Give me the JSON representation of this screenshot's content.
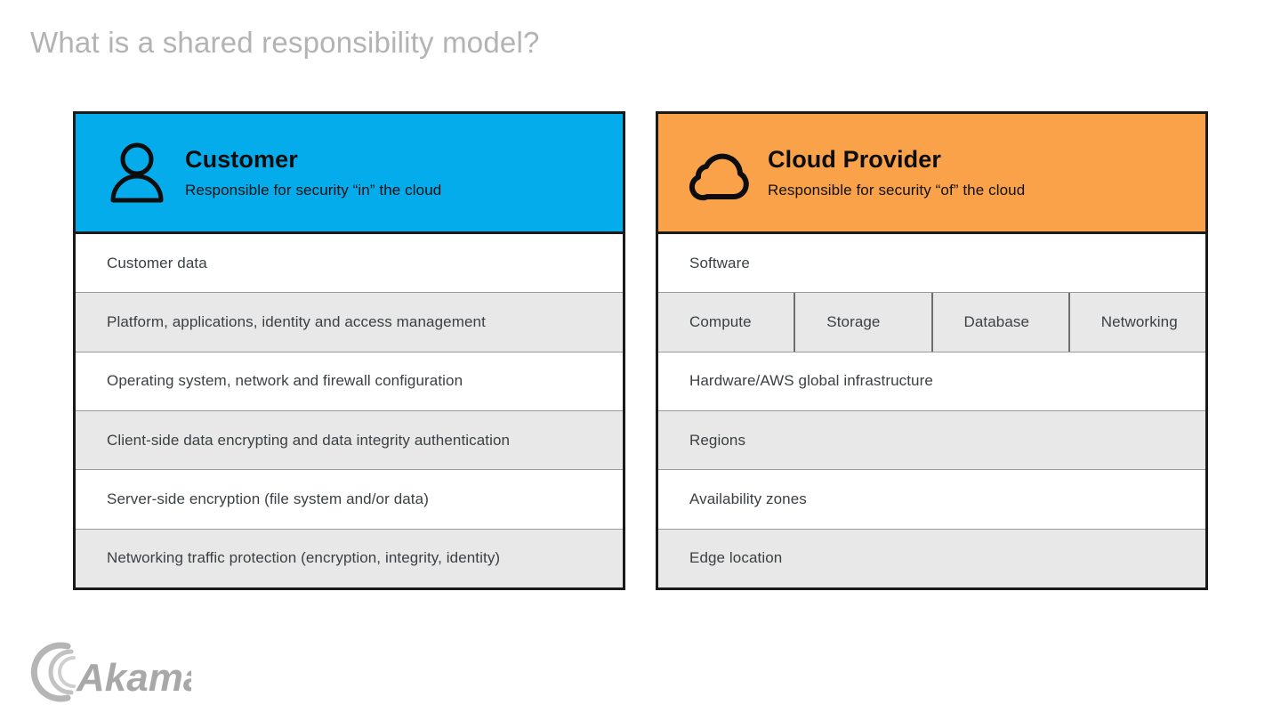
{
  "slide": {
    "title": "What is a shared responsibility model?",
    "title_color": "#b3b3b3",
    "background": "#ffffff"
  },
  "panels": [
    {
      "id": "customer",
      "icon": "person-icon",
      "accent_color": "#05ACEB",
      "title": "Customer",
      "subtitle": "Responsible for security “in” the cloud",
      "rows": [
        {
          "label": "Customer data",
          "shaded": false
        },
        {
          "label": "Platform, applications, identity and access management",
          "shaded": true
        },
        {
          "label": "Operating system, network and firewall configuration",
          "shaded": false
        },
        {
          "label": "Client-side data encrypting and data integrity authentication",
          "shaded": true
        },
        {
          "label": "Server-side encryption (file system and/or data)",
          "shaded": false
        },
        {
          "label": "Networking traffic protection (encryption, integrity, identity)",
          "shaded": true
        }
      ]
    },
    {
      "id": "provider",
      "icon": "cloud-icon",
      "accent_color": "#F9A24A",
      "title": "Cloud Provider",
      "subtitle": "Responsible for security “of” the cloud",
      "rows": [
        {
          "label": "Software",
          "shaded": false
        },
        {
          "shaded": true,
          "cells": [
            "Compute",
            "Storage",
            "Database",
            "Networking"
          ]
        },
        {
          "label": "Hardware/AWS global infrastructure",
          "shaded": false
        },
        {
          "label": "Regions",
          "shaded": true
        },
        {
          "label": "Availability zones",
          "shaded": false
        },
        {
          "label": "Edge location",
          "shaded": true
        }
      ]
    }
  ],
  "footer": {
    "logo_text": "Akamai",
    "logo_color": "#a8a8a8"
  },
  "colors": {
    "border": "#1a1a1a",
    "row_shaded": "#e8e8e8",
    "row_plain": "#ffffff",
    "row_text": "#3b4043",
    "row_divider": "#9a9a9a"
  }
}
